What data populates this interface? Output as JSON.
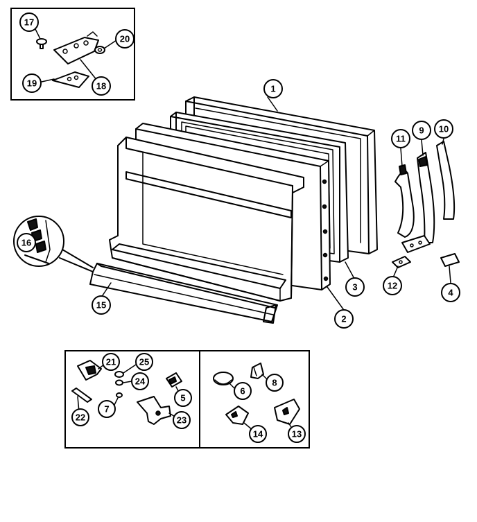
{
  "callouts": {
    "c1": "1",
    "c2": "2",
    "c3": "3",
    "c4": "4",
    "c5": "5",
    "c6": "6",
    "c7": "7",
    "c8": "8",
    "c9": "9",
    "c10": "10",
    "c11": "11",
    "c12": "12",
    "c13": "13",
    "c14": "14",
    "c15": "15",
    "c16": "16",
    "c17": "17",
    "c18": "18",
    "c19": "19",
    "c20": "20",
    "c21": "21",
    "c22": "22",
    "c23": "23",
    "c24": "24",
    "c25": "25"
  },
  "colors": {
    "ink": "#000000",
    "paper": "#ffffff"
  }
}
